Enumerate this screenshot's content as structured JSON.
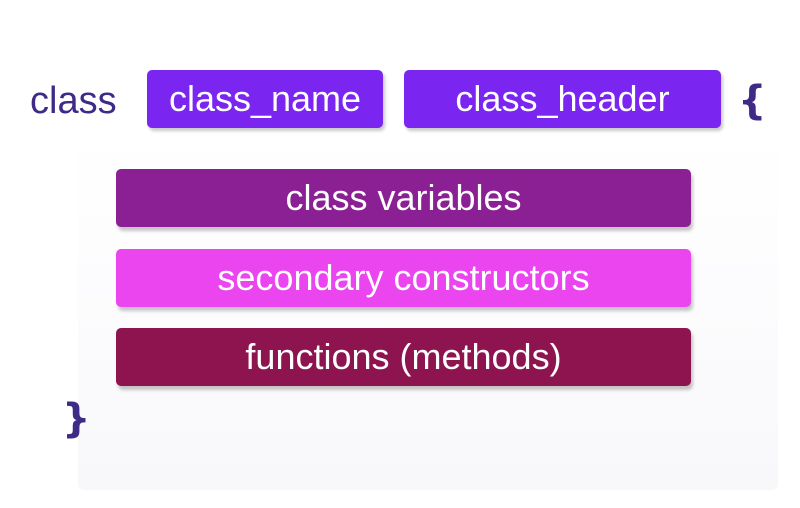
{
  "keyword": "class",
  "blocks": {
    "class_name": "class_name",
    "class_header": "class_header",
    "class_variables": "class variables",
    "secondary_constructors": "secondary constructors",
    "functions": "functions (methods)"
  },
  "braces": {
    "open": "{",
    "close": "}"
  },
  "colors": {
    "keyword_text": "#3f2a88",
    "header_pills": "#7a26f0",
    "class_variables": "#8b1f94",
    "secondary_constructors": "#ea45ee",
    "functions": "#8e1450"
  }
}
